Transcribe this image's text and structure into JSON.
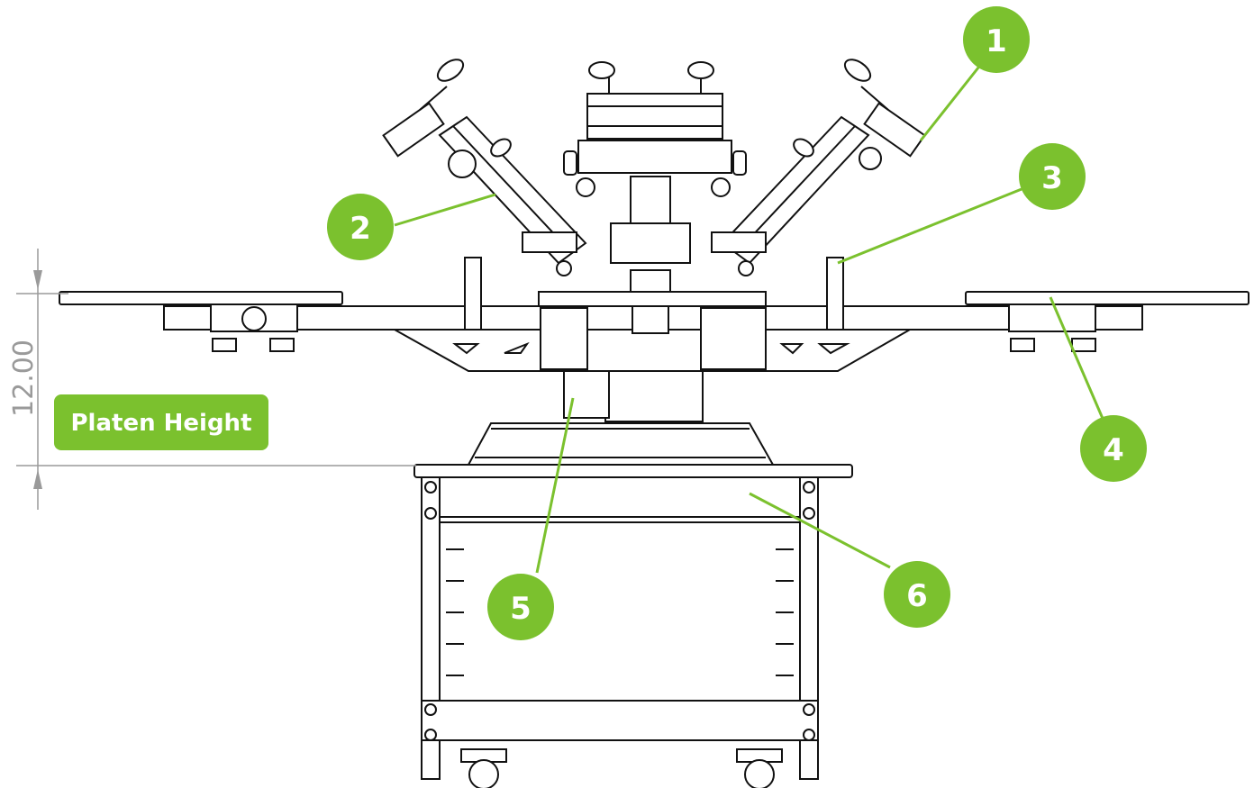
{
  "colors": {
    "accent": "#7bc12e",
    "line": "#111111",
    "dimension": "#9a9a9a",
    "background": "#ffffff"
  },
  "dimension": {
    "value_text": "12.00"
  },
  "badge": {
    "label": "Platen Height"
  },
  "callouts": [
    {
      "number": "1"
    },
    {
      "number": "2"
    },
    {
      "number": "3"
    },
    {
      "number": "4"
    },
    {
      "number": "5"
    },
    {
      "number": "6"
    }
  ]
}
